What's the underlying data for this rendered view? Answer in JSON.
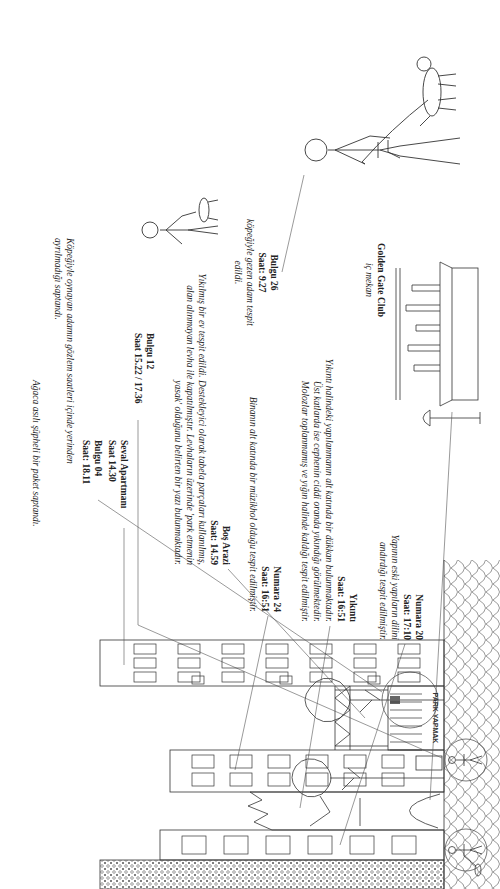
{
  "diagram": {
    "labels": [
      "Bulgu 26",
      "Saat: 9.27",
      "köpeğiyle gezen adam tespit edildi.",
      "Golden Gate Club",
      "iç mekan",
      "Numara 20",
      "Saat: 17:10",
      "Yapının eski yapıların dilini andırdığı tespit edilmiştir.",
      "Yıkıntı",
      "Saat: 16:51",
      "Yıkıntı halindeki yapılanmanın alt katında bir dükkan bulunmaktadır. Üst katlarda ise cephenin ciddi oranda yıkındığı görülmektedir. Molozlar toplanmamış ve yığın halinde kaldığı tespit edilmiştir.",
      "Numara 24",
      "Saat: 16:51",
      "Binanın alt katında bir müzikhol olduğu tespit edilmiştir.",
      "Boş Arazi",
      "Saat: 14.59",
      "Yıkılmış bir ev tespit edildi. Destekleyici olarak tabela parçaları kullanılmış, alan alınmayan levha ile kapatılmıştır. Levhaların üzerinde 'park etmenin yasak' olduğunu belirten bir yazı bulunmaktadır.",
      "Bulgu 12",
      "Saat 15.22 / 17.36",
      "Köpeğiyle oynayan adamın gözlem saatleri içinde yerinden ayrılmadığı saptandı.",
      "Seval Apartmanı",
      "Saat 14.30",
      "Bulgu 04",
      "Saat: 18.11",
      "Ağaca asılı şüpheli bir paket saptandı.",
      "PARK YAPMAK"
    ]
  }
}
